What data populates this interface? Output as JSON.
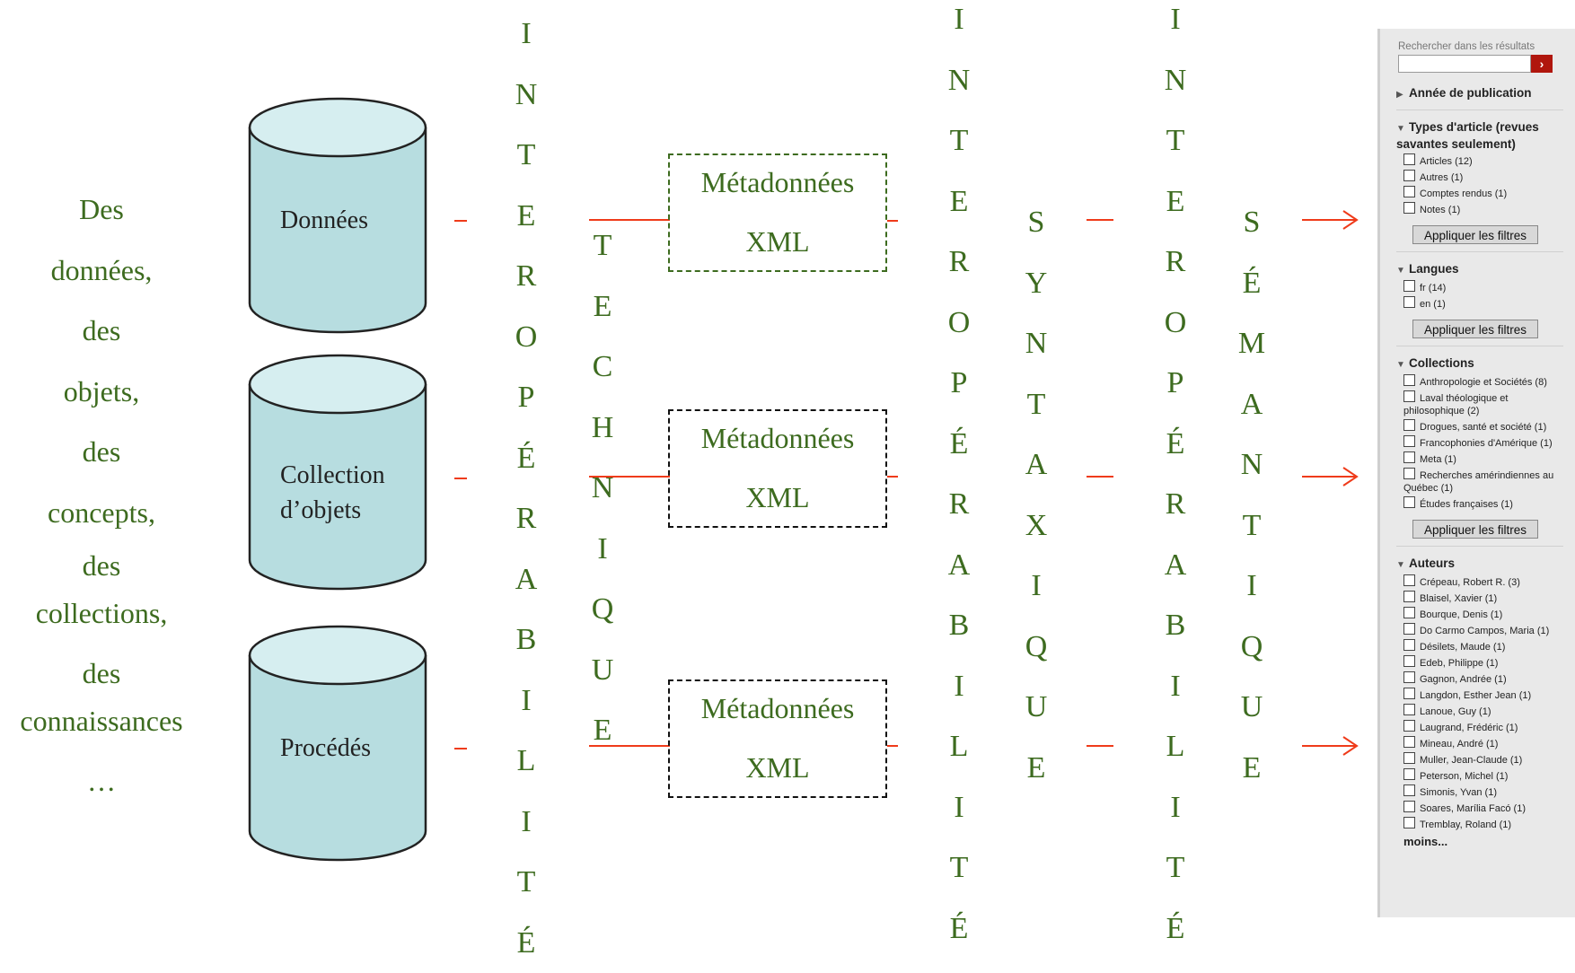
{
  "left_text": [
    "Des",
    "données,",
    "des",
    "objets,",
    "des",
    "concepts,",
    "des",
    "collections,",
    "des",
    "connaissances",
    "…"
  ],
  "cylinders": [
    "Données",
    "Collection d’objets",
    "Procédés"
  ],
  "columns": {
    "interop1": [
      "I",
      "N",
      "T",
      "E",
      "R",
      "O",
      "P",
      "É",
      "R",
      "A",
      "B",
      "I",
      "L",
      "I",
      "T",
      "É"
    ],
    "technique": [
      "T",
      "E",
      "C",
      "H",
      "N",
      "I",
      "Q",
      "U",
      "E"
    ],
    "interop2": [
      "I",
      "N",
      "T",
      "E",
      "R",
      "O",
      "P",
      "É",
      "R",
      "A",
      "B",
      "I",
      "L",
      "I",
      "T",
      "É"
    ],
    "syntaxique": [
      "S",
      "Y",
      "N",
      "T",
      "A",
      "X",
      "I",
      "Q",
      "U",
      "E"
    ],
    "interop3": [
      "I",
      "N",
      "T",
      "E",
      "R",
      "O",
      "P",
      "É",
      "R",
      "A",
      "B",
      "I",
      "L",
      "I",
      "T",
      "É"
    ],
    "semantique": [
      "S",
      "É",
      "M",
      "A",
      "N",
      "T",
      "I",
      "Q",
      "U",
      "E"
    ]
  },
  "meta_boxes": [
    {
      "line1": "Métadonnées",
      "line2": "XML"
    },
    {
      "line1": "Métadonnées",
      "line2": "XML"
    },
    {
      "line1": "Métadonnées",
      "line2": "XML"
    }
  ],
  "colors": {
    "text_green": "#3d6b1f",
    "line_red": "#ef3b1a",
    "cylinder_fill": "#b7dde0"
  },
  "panel": {
    "search_label": "Rechercher dans les résultats",
    "search_button": "›",
    "year_heading": "Année de publication",
    "types_heading": "Types d'article (revues savantes seulement)",
    "types": [
      "Articles (12)",
      "Autres (1)",
      "Comptes rendus (1)",
      "Notes (1)"
    ],
    "apply_label": "Appliquer les filtres",
    "lang_heading": "Langues",
    "languages": [
      "fr (14)",
      "en (1)"
    ],
    "collections_heading": "Collections",
    "collections": [
      "Anthropologie et Sociétés (8)",
      "Laval théologique et philosophique (2)",
      "Drogues, santé et société (1)",
      "Francophonies d'Amérique (1)",
      "Meta (1)",
      "Recherches amérindiennes au Québec (1)",
      "Études françaises (1)"
    ],
    "authors_heading": "Auteurs",
    "authors": [
      "Crépeau, Robert R. (3)",
      "Blaisel, Xavier (1)",
      "Bourque, Denis (1)",
      "Do Carmo Campos, Maria (1)",
      "Désilets, Maude (1)",
      "Edeb, Philippe (1)",
      "Gagnon, Andrée (1)",
      "Langdon, Esther Jean (1)",
      "Lanoue, Guy (1)",
      "Laugrand, Frédéric (1)",
      "Mineau, André (1)",
      "Muller, Jean-Claude (1)",
      "Peterson, Michel (1)",
      "Simonis, Yvan (1)",
      "Soares, Marília Facó (1)",
      "Tremblay, Roland (1)"
    ],
    "moins_label": "moins..."
  }
}
